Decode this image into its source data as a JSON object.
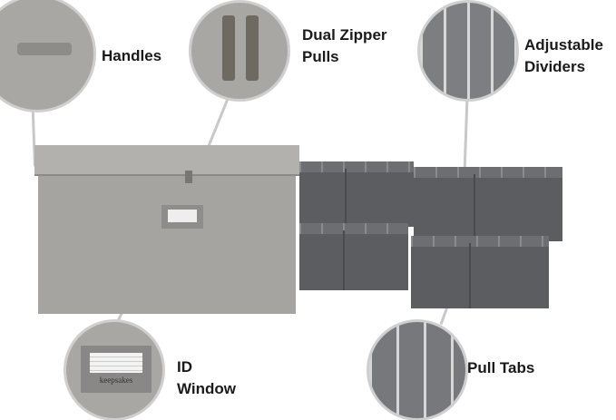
{
  "features": {
    "handles": "Handles",
    "zipper_line1": "Dual Zipper",
    "zipper_line2": "Pulls",
    "dividers_line1": "Adjustable",
    "dividers_line2": "Dividers",
    "id_line1": "ID",
    "id_line2": "Window",
    "pull_tabs": "Pull Tabs"
  },
  "brand_logo": "keepsakes",
  "colors": {
    "fabric": "#a9a7a4",
    "bins": "#5c5d60",
    "text": "#1a1a1a"
  }
}
